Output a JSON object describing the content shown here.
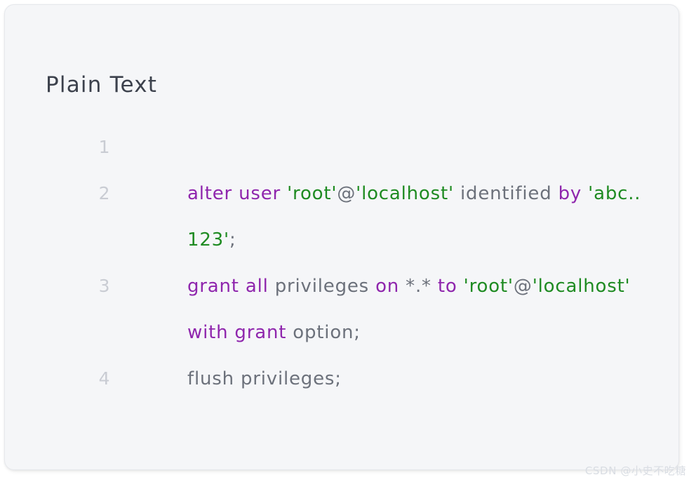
{
  "card": {
    "language_label": "Plain Text",
    "background_color": "#f5f6f8",
    "border_color": "#e6e8ec"
  },
  "colors": {
    "keyword": "#8f26ad",
    "string": "#1f8b22",
    "plain": "#6c717b",
    "line_number": "#c9ccd3",
    "heading": "#3c414c",
    "watermark": "#d9dde3"
  },
  "code": {
    "lines": [
      {
        "number": "1",
        "tokens": []
      },
      {
        "number": "2",
        "tokens": [
          {
            "text": "alter user ",
            "type": "keyword"
          },
          {
            "text": "'root'",
            "type": "string"
          },
          {
            "text": "@",
            "type": "plain"
          },
          {
            "text": "'localhost'",
            "type": "string"
          },
          {
            "text": " identified ",
            "type": "plain"
          },
          {
            "text": "by ",
            "type": "keyword"
          },
          {
            "text": "'abc..123'",
            "type": "string"
          },
          {
            "text": ";",
            "type": "plain"
          }
        ]
      },
      {
        "number": "3",
        "tokens": [
          {
            "text": "grant all ",
            "type": "keyword"
          },
          {
            "text": "privileges ",
            "type": "plain"
          },
          {
            "text": "on ",
            "type": "keyword"
          },
          {
            "text": "*.* ",
            "type": "plain"
          },
          {
            "text": "to ",
            "type": "keyword"
          },
          {
            "text": "'root'",
            "type": "string"
          },
          {
            "text": "@",
            "type": "plain"
          },
          {
            "text": "'localhost'",
            "type": "string"
          },
          {
            "text": " with grant ",
            "type": "keyword"
          },
          {
            "text": "option;",
            "type": "plain"
          }
        ]
      },
      {
        "number": "4",
        "tokens": [
          {
            "text": "flush privileges;",
            "type": "plain"
          }
        ]
      }
    ]
  },
  "ghost_mark": {
    "text": ""
  },
  "watermark": {
    "text": "CSDN @小史不吃糖"
  }
}
